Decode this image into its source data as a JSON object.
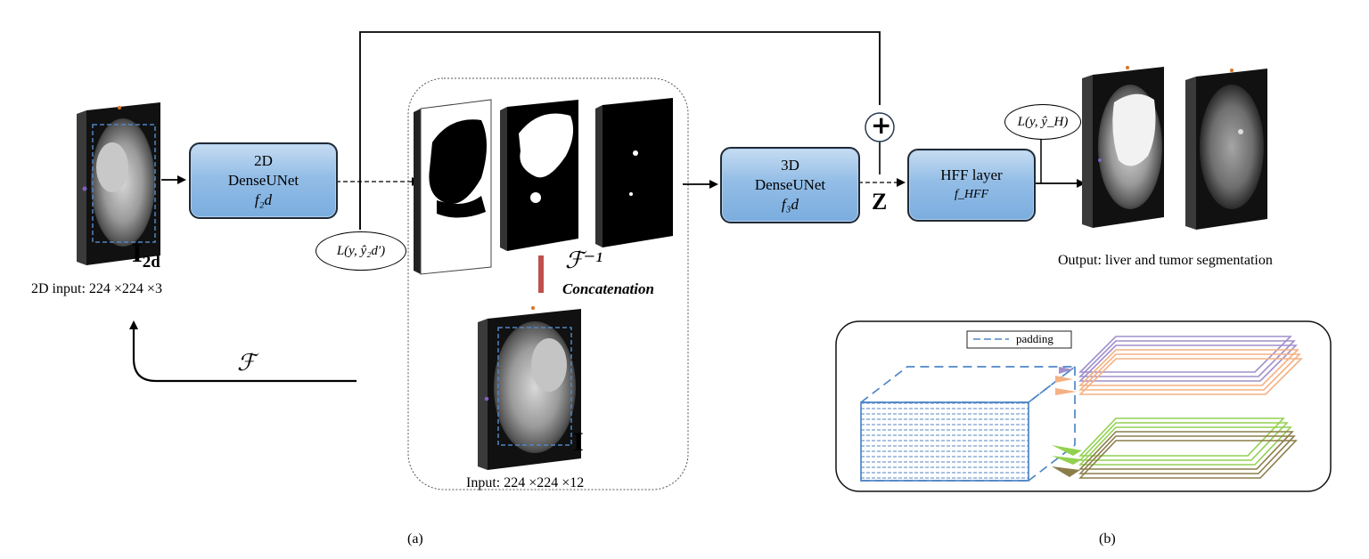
{
  "net_2d": {
    "line1": "2D",
    "line2": "DenseUNet",
    "line3": "f₂d"
  },
  "net_3d": {
    "line1": "3D",
    "line2": "DenseUNet",
    "line3": "f₃d"
  },
  "hff": {
    "line1": "HFF layer",
    "line2": "f_HFF"
  },
  "labels": {
    "i2d": "I",
    "i2d_sub": "2d",
    "input_2d": "2D input: 224 ×224 ×3",
    "finv": "ℱ⁻¹",
    "concat": "Concatenation",
    "i": "I",
    "input_3d": "Input: 224 ×224 ×12",
    "z": "Z",
    "f": "ℱ",
    "output": "Output: liver and tumor segmentation",
    "padding": "padding",
    "fig_a": "(a)",
    "fig_b": "(b)",
    "plus": "+"
  },
  "loss": {
    "l2d": "L(y, ŷ₂d′)",
    "lh": "L(y, ŷ_H)"
  },
  "colors": {
    "box_fill": "#93bde6",
    "padding_blue": "#4f86c6",
    "purple": "#a08fcc",
    "orange": "#f4b183",
    "green": "#92d050",
    "olive": "#8b7d4a",
    "concat_bar": "#c0504d"
  }
}
